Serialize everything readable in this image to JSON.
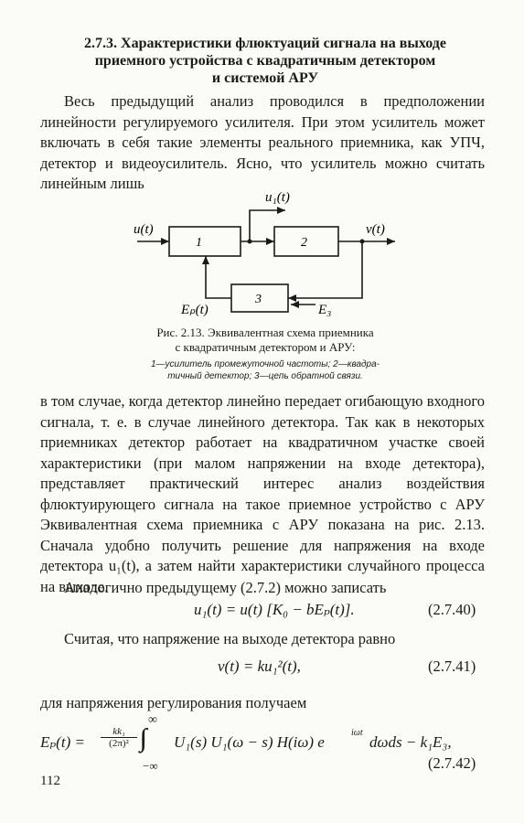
{
  "section": {
    "line1": "2.7.3. Характеристики флюктуаций сигнала на выходе",
    "line2": "приемного устройства с квадратичным детектором",
    "line3": "и системой АРУ"
  },
  "paragraph1": "Весь предыдущий анализ проводился в предположении линейности регулируемого усилителя. При этом усилитель может включать в себя такие элементы реального приемника, как УПЧ, детектор и видеоусилитель. Ясно, что усилитель можно считать линейным лишь",
  "diagram": {
    "input_label": "u(t)",
    "tap_label": "u₁(t)",
    "output_label": "v(t)",
    "block1": "1",
    "block2": "2",
    "block3": "3",
    "feedback_label": "Eₚ(t)",
    "reference_label": "E₃"
  },
  "figure": {
    "caption_line1": "Рис. 2.13. Эквивалентная схема приемника",
    "caption_line2": "с квадратичным детектором и АРУ:",
    "legend_line1": "1—усилитель промежуточной частоты; 2—квадра-",
    "legend_line2": "тичный детектор; 3—цепь обратной связи."
  },
  "paragraph2": "в том случае, когда детектор линейно передает огибающую входного сигнала, т. е. в случае линейного детектора. Так как в некоторых приемниках детектор работает на квадратичном участке своей характеристики (при малом напряжении на входе детектора), представляет практический интерес анализ воздействия флюктуирующего сигнала на такое приемное устройство с АРУ Эквивалентная схема приемника с АРУ показана на рис. 2.13. Сначала удобно получить решение для напряжения на входе детектора u₁(t), а затем найти характеристики случайного процесса на выходе.",
  "lead1": "Аналогично предыдущему (2.7.2) можно записать",
  "eq1": "u₁(t) = u(t) [K₀ − bEₚ(t)].",
  "eq1_num": "(2.7.40)",
  "lead2": "Считая, что напряжение на выходе детектора равно",
  "eq2": "v(t) = ku₁²(t),",
  "eq2_num": "(2.7.41)",
  "lead3": "для напряжения регулирования получаем",
  "eq3": {
    "lhs": "Eₚ(t) =",
    "frac_num": "kk₁",
    "frac_den": "(2π)²",
    "upper": "∞",
    "integral": "∫∫",
    "lower": "−∞",
    "body": "U₁(s) U₁(ω − s) H(iω) e",
    "exp": "iωt",
    "tail": "dωds − k₁E₃,"
  },
  "eq3_num": "(2.7.42)",
  "page_number": "112"
}
